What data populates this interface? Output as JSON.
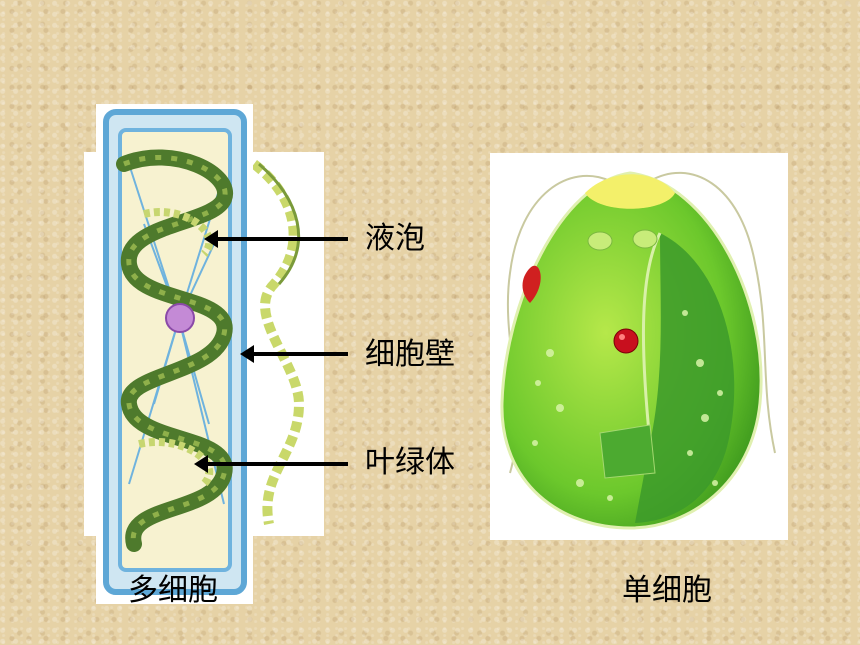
{
  "labels": {
    "vacuole": "液泡",
    "cell_wall": "细胞壁",
    "chloroplast": "叶绿体"
  },
  "captions": {
    "multicellular": "多细胞",
    "unicellular": "单细胞"
  }
}
